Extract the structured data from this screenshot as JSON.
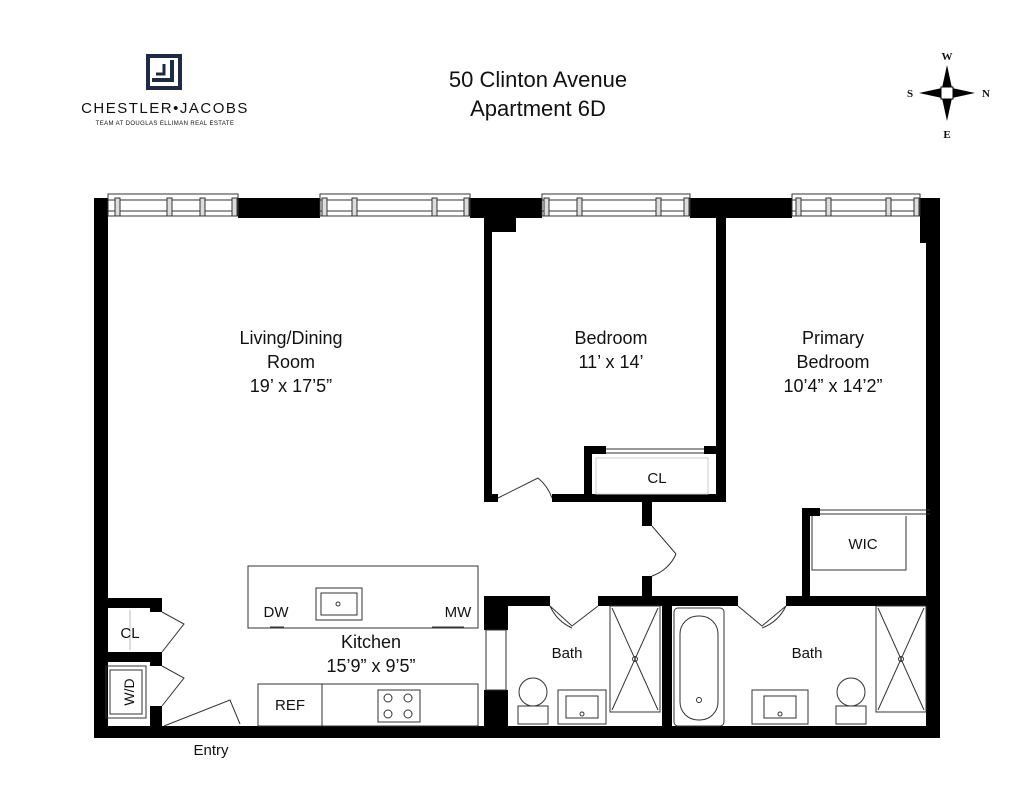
{
  "header": {
    "address": "50 Clinton Avenue",
    "unit": "Apartment 6D"
  },
  "brand": {
    "name": "CHESTLER•JACOBS",
    "tagline": "TEAM AT DOUGLAS ELLIMAN REAL ESTATE",
    "color": "#1e2a44"
  },
  "compass": {
    "n": "N",
    "s": "S",
    "e": "E",
    "w": "W"
  },
  "rooms": {
    "living": {
      "name_line1": "Living/Dining",
      "name_line2": "Room",
      "size": "19’ x 17’5”"
    },
    "bedroom": {
      "name": "Bedroom",
      "size": "11’ x 14’"
    },
    "primary": {
      "name_line1": "Primary",
      "name_line2": "Bedroom",
      "size": "10’4” x 14’2”"
    },
    "kitchen": {
      "name": "Kitchen",
      "size": "15’9” x 9’5”"
    },
    "bath_left": {
      "name": "Bath"
    },
    "bath_right": {
      "name": "Bath"
    }
  },
  "fixtures": {
    "bedroom_closet": "CL",
    "wic": "WIC",
    "entry_closet": "CL",
    "washer_dryer": "W/D",
    "dishwasher": "DW",
    "microwave": "MW",
    "refrigerator": "REF",
    "entry": "Entry"
  },
  "colors": {
    "wall": "#000000",
    "line": "#333333"
  }
}
